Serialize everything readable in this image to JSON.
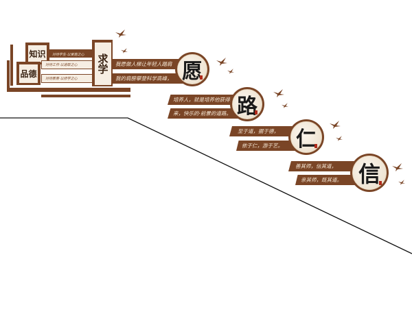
{
  "top_group": {
    "box_knowledge": "知识",
    "box_virtue": "品德",
    "seeking": "求学",
    "line1": "对待学生·以爱施之心",
    "line2": "对待工作·以进取之心",
    "line3": "对待教育·以修学之心"
  },
  "planks": {
    "p1": "我愿做人梯让年轻人踏肩",
    "p2": "我的肩膀攀登科学高峰，",
    "p3": "培养人，就是培养他获得未",
    "p4": "来，快乐的·前景的道路。",
    "p5": "至于道，据于德，",
    "p6": "依于仁，游于艺。",
    "p7": "善其师，信其道，",
    "p8": "亲其师，既其道。"
  },
  "circles": {
    "c1": "愿",
    "c2": "路",
    "c3": "仁",
    "c4": "信"
  },
  "colors": {
    "brown": "#7a4526",
    "cream": "#f4e6d4",
    "seal_red": "#b02a1a"
  },
  "icons": [
    "flying-bird-icon"
  ]
}
